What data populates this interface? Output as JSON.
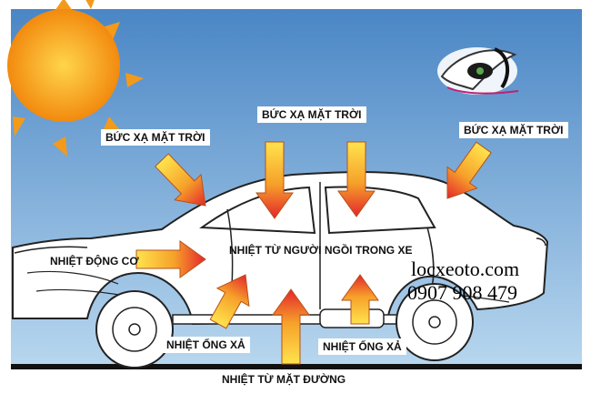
{
  "labels": {
    "sun_left": "BỨC XẠ MẶT TRỜI",
    "sun_top": "BỨC XẠ MẶT TRỜI",
    "sun_right": "BỨC XẠ MẶT TRỜI",
    "engine": "NHIỆT ĐỘNG CƠ",
    "occupants": "NHIỆT TỪ NGƯỜI NGỒI TRONG XE",
    "exhaust_left": "NHIỆT ỐNG XẢ",
    "exhaust_right": "NHIỆT ỐNG XẢ",
    "road": "NHIỆT  TỪ MẶT ĐƯỜNG"
  },
  "brand": {
    "website": "locxeoto.com",
    "phone": "0907 908 479"
  },
  "colors": {
    "sky_top": "#4a86c5",
    "sky_bottom": "#a9cdea",
    "sun": "#f28a0f",
    "arrow_tip": "#e4262c",
    "arrow_tail": "#ffe34d",
    "car_outline": "#222222"
  },
  "icons": {
    "logo": "car-with-eye-logo"
  }
}
